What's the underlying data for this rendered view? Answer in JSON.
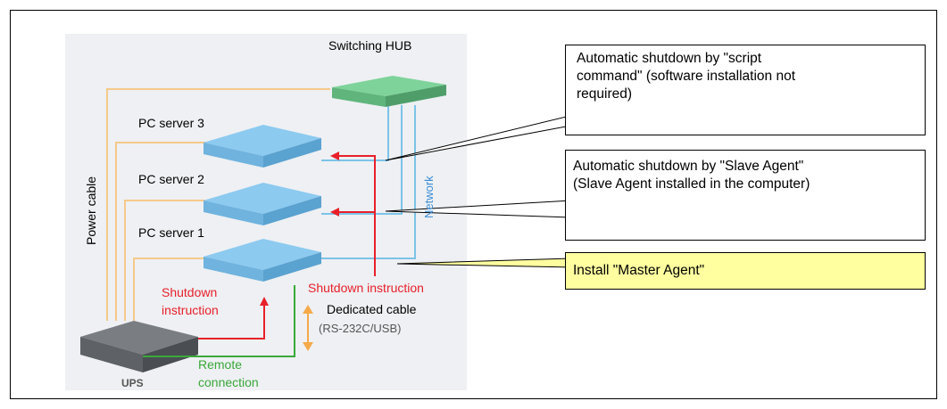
{
  "diagram": {
    "hub_label": "Switching HUB",
    "server3_label": "PC server 3",
    "server2_label": "PC server 2",
    "server1_label": "PC server 1",
    "power_cable_label": "Power cable",
    "network_label": "Network",
    "shutdown_instruction_left": [
      "Shutdown",
      "instruction"
    ],
    "shutdown_instruction_right": "Shutdown instruction",
    "dedicated_cable_label": "Dedicated cable",
    "dedicated_cable_sub": "(RS-232C/USB)",
    "remote_connection_label": [
      "Remote",
      "connection"
    ],
    "ups_label": "UPS"
  },
  "callouts": {
    "script_command": [
      "Automatic shutdown by \"script",
      "command\" (software installation not",
      "required)"
    ],
    "slave_agent": [
      "Automatic shutdown by \"Slave Agent\"",
      "(Slave Agent installed in the computer)"
    ],
    "master_agent": "Install \"Master Agent\""
  },
  "colors": {
    "power_cable": "#f5c98a",
    "network": "#7cc3e8",
    "shutdown": "#e8202a",
    "remote": "#3aa83a",
    "server_top": "#8ccaf0",
    "hub_top": "#7ed39a",
    "ups_top": "#7a7d82",
    "callout_highlight": "#ffffa0"
  }
}
